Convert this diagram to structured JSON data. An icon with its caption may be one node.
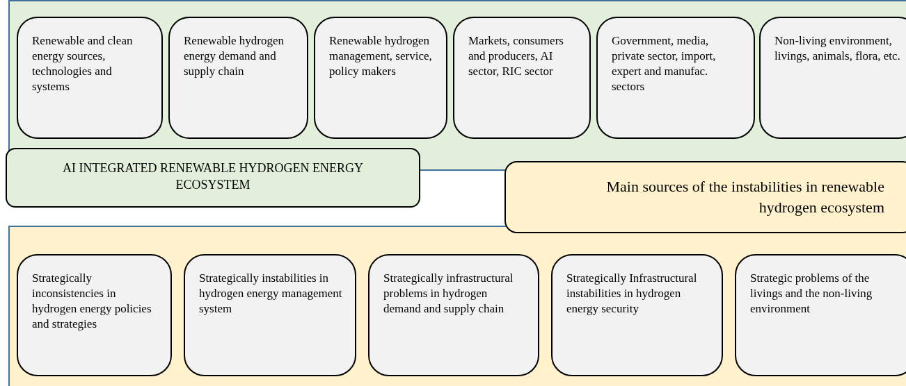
{
  "diagram": {
    "nodes": [
      {
        "text": [],
        "shape": "box"
      },
      {
        "text": [
          "Renewable and clean energy sources, technologies and systems"
        ],
        "in": 0
      },
      {
        "text": [
          "Renewable hydrogen energy demand and supply chain"
        ],
        "in": 0
      },
      {
        "text": [
          "Renewable hydrogen management, service, policy makers"
        ],
        "in": 0
      },
      {
        "text": [
          "Markets, consumers and producers, AI sector, RIC sector"
        ],
        "in": 0
      },
      {
        "text": [
          "Government, media, private sector, import, expert and manufac. sectors"
        ],
        "in": 0
      },
      {
        "text": [
          "Non-living environment, livings, animals, flora, etc."
        ],
        "in": 0
      },
      {
        "text": [
          "AI INTEGRATED RENEWABLE HYDROGEN ENERGY ECOSYSTEM"
        ]
      },
      {
        "text": [
          "Main sources of the instabilities in renewable hydrogen ecosystem"
        ]
      },
      {
        "text": [],
        "shape": "box"
      },
      {
        "text": [
          "Strategically inconsistencies in hydrogen energy policies and strategies"
        ],
        "in": 9
      },
      {
        "text": [
          "Strategically instabilities in hydrogen energy management system"
        ],
        "in": 9
      },
      {
        "text": [
          "Strategically infrastructural problems in hydrogen demand and supply chain"
        ],
        "in": 9
      },
      {
        "text": [
          "Strategically Infrastructural instabilities in hydrogen energy security"
        ],
        "in": 9
      },
      {
        "text": [
          "Strategic problems of the livings and the non-living environment"
        ],
        "in": 9
      }
    ],
    "edges": []
  }
}
